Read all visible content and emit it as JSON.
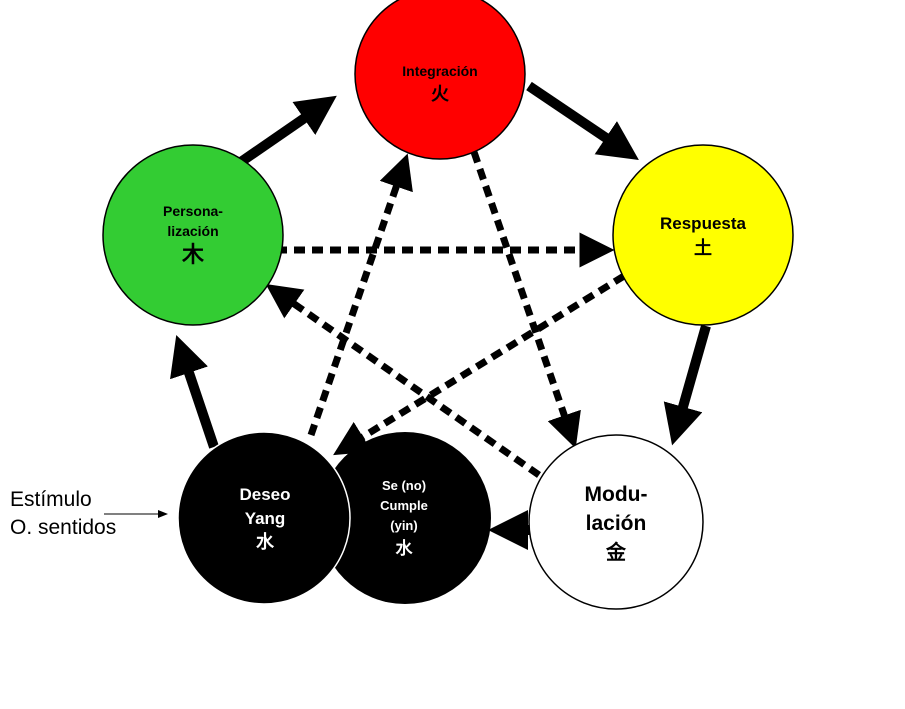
{
  "colors": {
    "fire": "#ff0000",
    "wood": "#33cc33",
    "earth": "#ffff00",
    "metal": "#ffffff",
    "water": "#000000",
    "outline": "#000000",
    "arrow": "#000000"
  },
  "nodes": {
    "integracion": {
      "label": "Integración",
      "char": "火"
    },
    "personalizacion": {
      "line1": "Persona-",
      "line2": "lización",
      "char": "木"
    },
    "respuesta": {
      "label": "Respuesta",
      "char": "土"
    },
    "modulacion": {
      "line1": "Modu-",
      "line2": "lación",
      "char": "金"
    },
    "deseo": {
      "line1": "Deseo",
      "line2": "Yang",
      "char": "水"
    },
    "cumple": {
      "line1": "Se (no)",
      "line2": "Cumple",
      "line3": "(yin)",
      "char": "水"
    }
  },
  "input": {
    "line1": "Estímulo",
    "line2": "O. sentidos"
  },
  "edges_generating": [
    [
      "personalizacion",
      "integracion"
    ],
    [
      "integracion",
      "respuesta"
    ],
    [
      "respuesta",
      "modulacion"
    ],
    [
      "modulacion",
      "cumple"
    ],
    [
      "deseo",
      "personalizacion"
    ]
  ],
  "edges_controlling": [
    [
      "personalizacion",
      "respuesta"
    ],
    [
      "integracion",
      "modulacion"
    ],
    [
      "respuesta",
      "deseo"
    ],
    [
      "modulacion",
      "personalizacion"
    ],
    [
      "deseo",
      "integracion"
    ]
  ]
}
